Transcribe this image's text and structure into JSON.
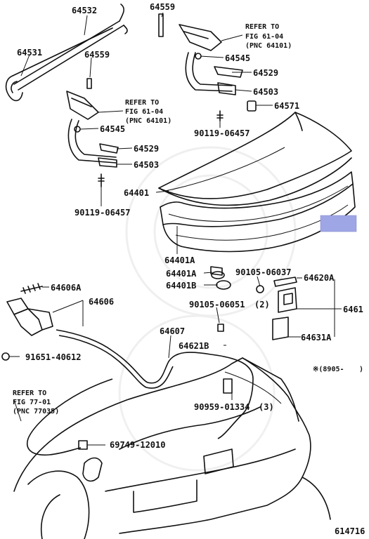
{
  "labels": {
    "p64532": "64532",
    "p64559a": "64559",
    "p64531": "64531",
    "p64559b": "64559",
    "ref1_a": "REFER TO",
    "ref1_b": "FIG 61-04",
    "ref1_c": "(PNC 64101)",
    "p64545a": "64545",
    "p64529a": "64529",
    "p64503a": "64503",
    "p64571": "64571",
    "p90119a": "90119-06457",
    "ref2_a": "REFER TO",
    "ref2_b": "FIG 61-04",
    "ref2_c": "(PNC 64101)",
    "p64545b": "64545",
    "p64529b": "64529",
    "p64503b": "64503",
    "p90119b": "90119-06457",
    "p64401": "64401",
    "p64401A_1": "64401A",
    "p64401A_2": "64401A",
    "p64401B": "64401B",
    "p90105a": "90105-06037",
    "p64620A": "64620A",
    "p6461": "6461",
    "p90105b": "90105-06051",
    "p90105b_qty": "(2)",
    "p64631A": "64631A",
    "p64606A": "64606A",
    "p64606": "64606",
    "p91651": "91651-40612",
    "p64607": "64607",
    "p64621B": "64621B",
    "serial": "※(8905-",
    "serial_end": ")",
    "ref3_a": "REFER TO",
    "ref3_b": "FIG 77-01",
    "ref3_c": "(PNC 77035)",
    "p90959": "90959-01334",
    "p90959_qty": "(3)",
    "p69749": "69749-12010",
    "diagram_no": "614716"
  },
  "highlight_color": "#9fa6e6"
}
